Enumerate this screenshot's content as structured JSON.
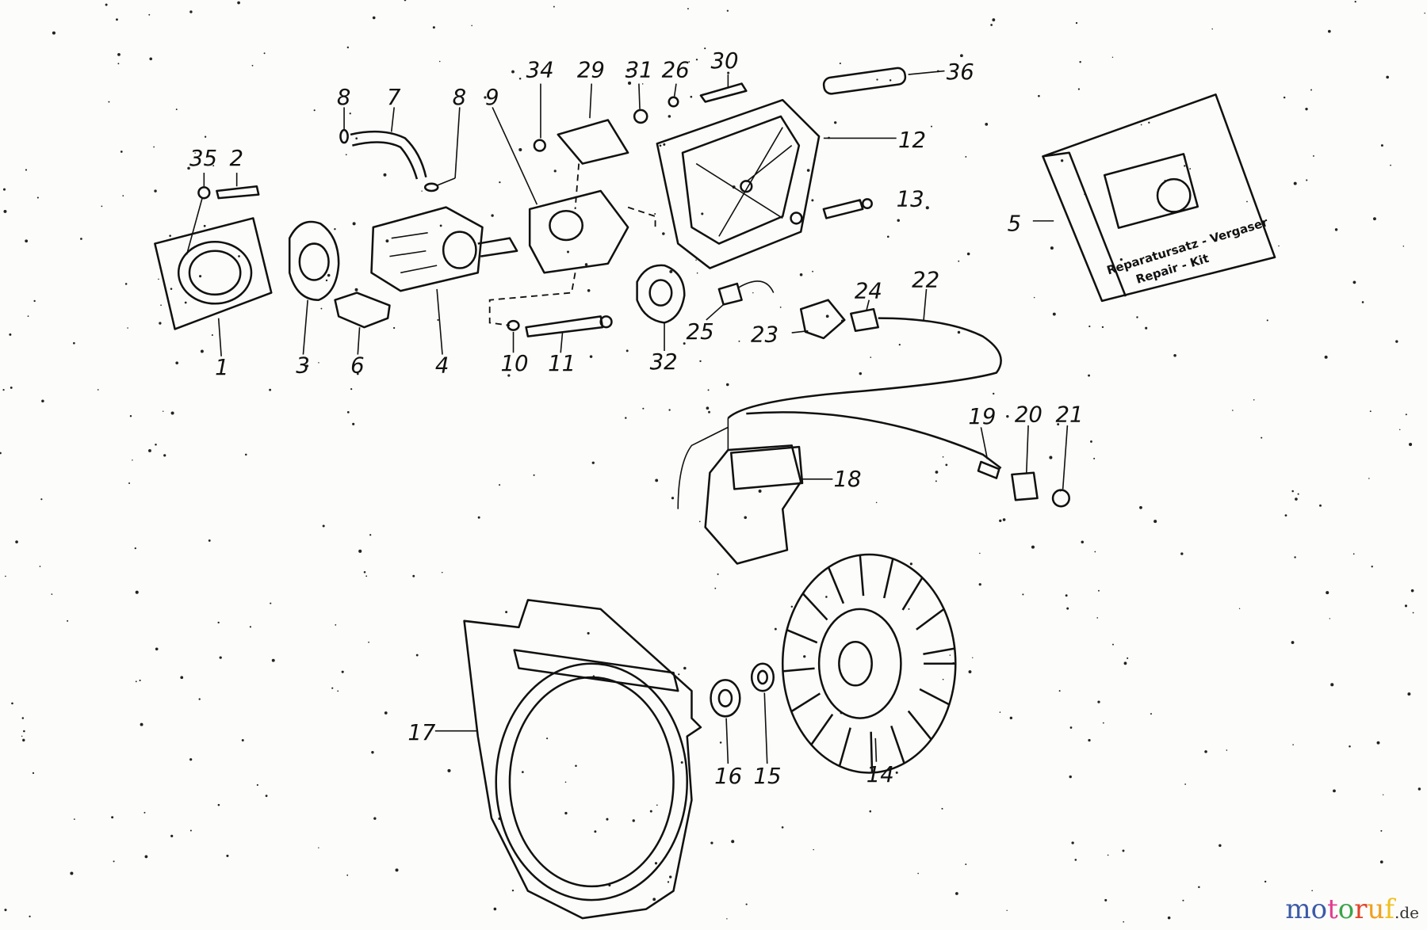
{
  "diagram": {
    "kit_text_line1": "Reparatursatz - Vergaser",
    "kit_text_line2": "Repair - Kit",
    "callouts": [
      "1",
      "2",
      "35",
      "3",
      "6",
      "4",
      "8",
      "7",
      "8",
      "9",
      "34",
      "29",
      "31",
      "26",
      "30",
      "36",
      "12",
      "13",
      "5",
      "10",
      "11",
      "32",
      "25",
      "23",
      "24",
      "22",
      "19",
      "20",
      "21",
      "18",
      "17",
      "16",
      "15",
      "14"
    ]
  },
  "logo": {
    "letters": [
      "m",
      "o",
      "t",
      "o",
      "r",
      "u",
      "f"
    ],
    "suffix": ".de",
    "colors": [
      "#3b5aa8",
      "#3b5aa8",
      "#e23c8e",
      "#3aa54a",
      "#e0442a",
      "#f0a020",
      "#f0c020"
    ]
  }
}
